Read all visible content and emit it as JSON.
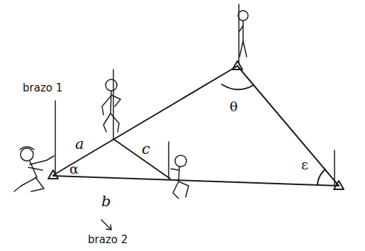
{
  "diagram": {
    "labels": [
      "brazo 1",
      "a",
      "α",
      "c",
      "θ",
      "ε",
      "b",
      "brazo 2"
    ]
  }
}
